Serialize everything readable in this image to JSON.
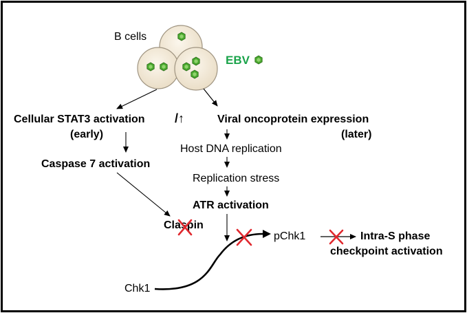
{
  "cells_label": "B cells",
  "ebv_label": "EBV",
  "stat3": {
    "line1": "Cellular STAT3 activation",
    "marker": "/↑",
    "line2": "(early)"
  },
  "viral": {
    "line1": "Viral oncoprotein expression",
    "line2": "(later)"
  },
  "host_dna": "Host DNA replication",
  "caspase": "Caspase 7 activation",
  "replication_stress": "Replication stress",
  "atr": "ATR activation",
  "claspin": "Claspin",
  "pchk1": "pChk1",
  "chk1": "Chk1",
  "intra_s": {
    "line1": "Intra-S phase",
    "line2": "checkpoint activation"
  },
  "colors": {
    "ebv": "#1aa34a",
    "block": "#e0282e",
    "cell_fill": "#f3e8d6",
    "virion": "#4aa82f"
  }
}
